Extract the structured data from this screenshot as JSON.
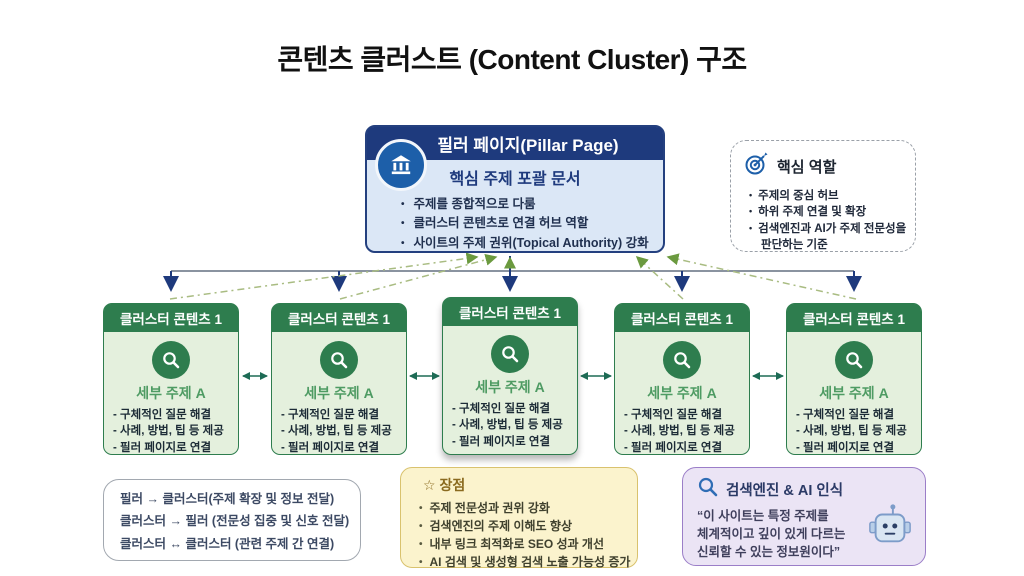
{
  "title": "콘텐츠 클러스트 (Content Cluster) 구조",
  "pillar": {
    "header": "필러 페이지(Pillar Page)",
    "subtitle": "핵심 주제 포괄 문서",
    "icon": "bank-icon",
    "bullets": [
      "주제를 종합적으로 다룸",
      "클러스터 콘텐츠로 연결 허브 역할",
      "사이트의 주제 권위(Topical Authority) 강화"
    ]
  },
  "key_role": {
    "title": "핵심 역할",
    "icon": "target-icon",
    "bullets": [
      "주제의 중심 허브",
      "하위 주제 연결 및 확장",
      "검색엔진과 AI가 주제 전문성을 판단하는 기준"
    ]
  },
  "clusters": [
    {
      "header": "클러스터 콘텐츠 1",
      "icon": "magnifier-icon",
      "subtopic": "세부 주제 A",
      "bullets": [
        "구체적인 질문 해결",
        "사례, 방법, 팁 등 제공",
        "필러 페이지로 연결"
      ]
    },
    {
      "header": "클러스터 콘텐츠 1",
      "icon": "magnifier-icon",
      "subtopic": "세부 주제 A",
      "bullets": [
        "구체적인 질문 해결",
        "사례, 방법, 팁 등 제공",
        "필러 페이지로 연결"
      ]
    },
    {
      "header": "클러스터 콘텐츠 1",
      "icon": "magnifier-icon",
      "subtopic": "세부 주제 A",
      "bullets": [
        "구체적인 질문 해결",
        "사례, 방법, 팁 등 제공",
        "필러 페이지로 연결"
      ]
    },
    {
      "header": "클러스터 콘텐츠 1",
      "icon": "magnifier-icon",
      "subtopic": "세부 주제 A",
      "bullets": [
        "구체적인 질문 해결",
        "사례, 방법, 팁 등 제공",
        "필러 페이지로 연결"
      ]
    },
    {
      "header": "클러스터 콘텐츠 1",
      "icon": "magnifier-icon",
      "subtopic": "세부 주제 A",
      "bullets": [
        "구체적인 질문 해결",
        "사례, 방법, 팁 등 제공",
        "필러 페이지로 연결"
      ]
    }
  ],
  "link_rules": {
    "lines": [
      "필러 → 클러스터(주제 확장 및 정보 전달)",
      "클러스터 → 필러 (전문성 집중 및 신호 전달)",
      "클러스터 ↔ 클러스터 (관련 주제 간 연결)"
    ]
  },
  "benefits": {
    "title": "☆ 장점",
    "bullets": [
      "주제 전문성과 권위 강화",
      "검색엔진의 주제 이해도 향상",
      "내부 링크 최적화로 SEO 성과 개선",
      "AI 검색 및 생성형 검색 노출 가능성 증가"
    ]
  },
  "ai_recognition": {
    "title": "검색엔진 & AI 인식",
    "icon": "search-icon",
    "robot": "robot-icon",
    "quote": "“이 사이트는 특정 주제를\n체계적이고 깊이 있게 다르는\n신뢰할 수 있는 정보원이다”"
  },
  "colors": {
    "pillar_header": "#1e3a7d",
    "pillar_body": "#dbe7f6",
    "cluster_header": "#2e7d4e",
    "cluster_body": "#e4f0dd",
    "benefits_fill": "#fbf3cd",
    "benefits_border": "#d9c26e",
    "ai_fill": "#ebe4f5",
    "ai_border": "#9b7ec8",
    "arrow_navy": "#1e3a7d",
    "arrow_green": "#6b9a3f",
    "arrow_teal": "#1d6b55",
    "line_gray": "#8a93a0"
  }
}
